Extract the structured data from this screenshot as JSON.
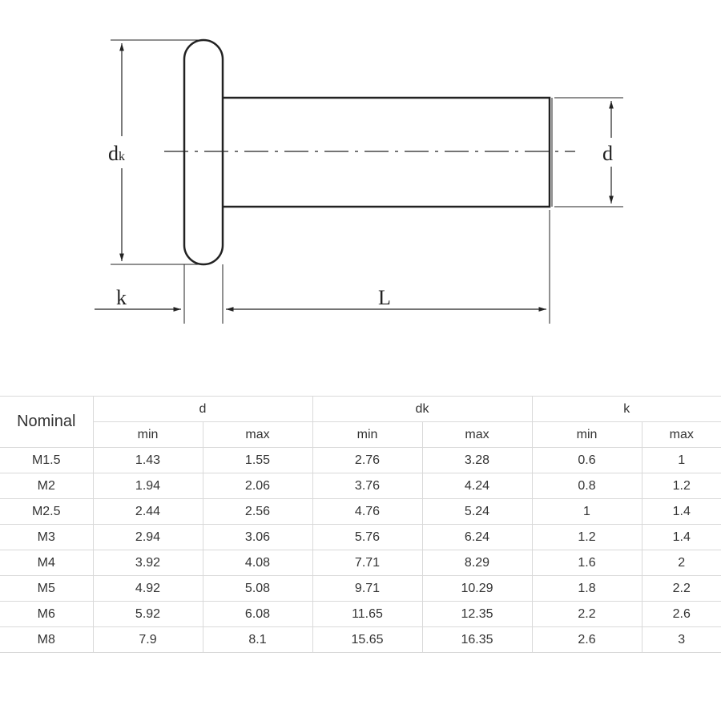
{
  "drawing": {
    "label_dk_main": "d",
    "label_dk_sub": "k",
    "label_d": "d",
    "label_k": "k",
    "label_L": "L"
  },
  "table": {
    "nominal_header": "Nominal",
    "groups": [
      "d",
      "dk",
      "k"
    ],
    "sub_headers": [
      "min",
      "max",
      "min",
      "max",
      "min",
      "max"
    ],
    "rows": [
      [
        "M1.5",
        "1.43",
        "1.55",
        "2.76",
        "3.28",
        "0.6",
        "1"
      ],
      [
        "M2",
        "1.94",
        "2.06",
        "3.76",
        "4.24",
        "0.8",
        "1.2"
      ],
      [
        "M2.5",
        "2.44",
        "2.56",
        "4.76",
        "5.24",
        "1",
        "1.4"
      ],
      [
        "M3",
        "2.94",
        "3.06",
        "5.76",
        "6.24",
        "1.2",
        "1.4"
      ],
      [
        "M4",
        "3.92",
        "4.08",
        "7.71",
        "8.29",
        "1.6",
        "2"
      ],
      [
        "M5",
        "4.92",
        "5.08",
        "9.71",
        "10.29",
        "1.8",
        "2.2"
      ],
      [
        "M6",
        "5.92",
        "6.08",
        "11.65",
        "12.35",
        "2.2",
        "2.6"
      ],
      [
        "M8",
        "7.9",
        "8.1",
        "15.65",
        "16.35",
        "2.6",
        "3"
      ]
    ]
  }
}
